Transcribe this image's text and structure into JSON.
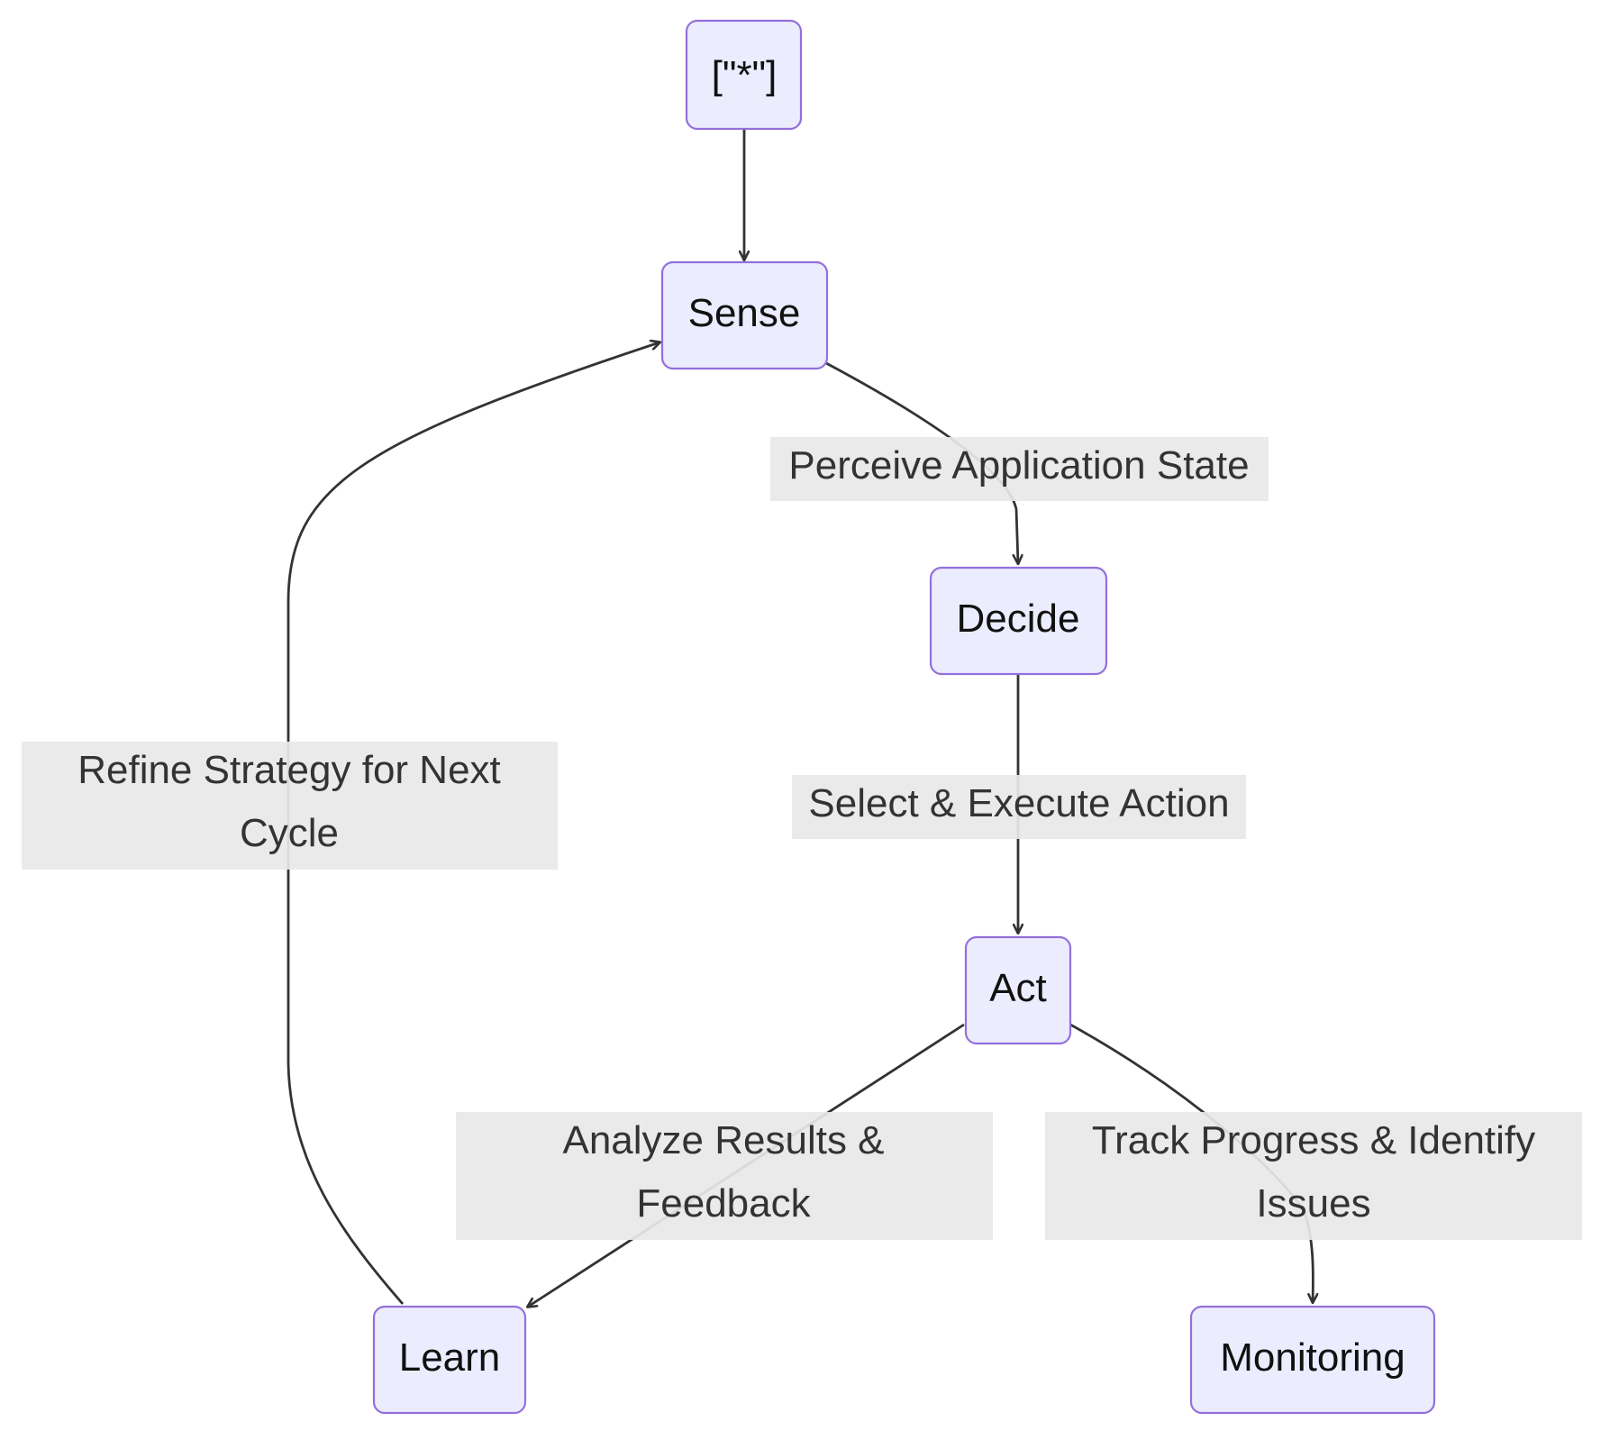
{
  "diagram": {
    "type": "state-flowchart",
    "colors": {
      "node_fill": "#ECECFF",
      "node_border": "#9370DB",
      "edge": "#333333",
      "label_background": "#E8E8E8",
      "text": "#111111"
    },
    "nodes": {
      "start": "[\"*\"]",
      "sense": "Sense",
      "decide": "Decide",
      "act": "Act",
      "learn": "Learn",
      "monitoring": "Monitoring"
    },
    "edges": {
      "start_to_sense": "",
      "sense_to_decide": [
        "Perceive Application State"
      ],
      "decide_to_act": [
        "Select & Execute Action"
      ],
      "act_to_learn": [
        "Analyze Results &",
        "Feedback"
      ],
      "act_to_monitoring": [
        "Track Progress & Identify",
        "Issues"
      ],
      "learn_to_sense": [
        "Refine Strategy for Next",
        "Cycle"
      ]
    }
  }
}
